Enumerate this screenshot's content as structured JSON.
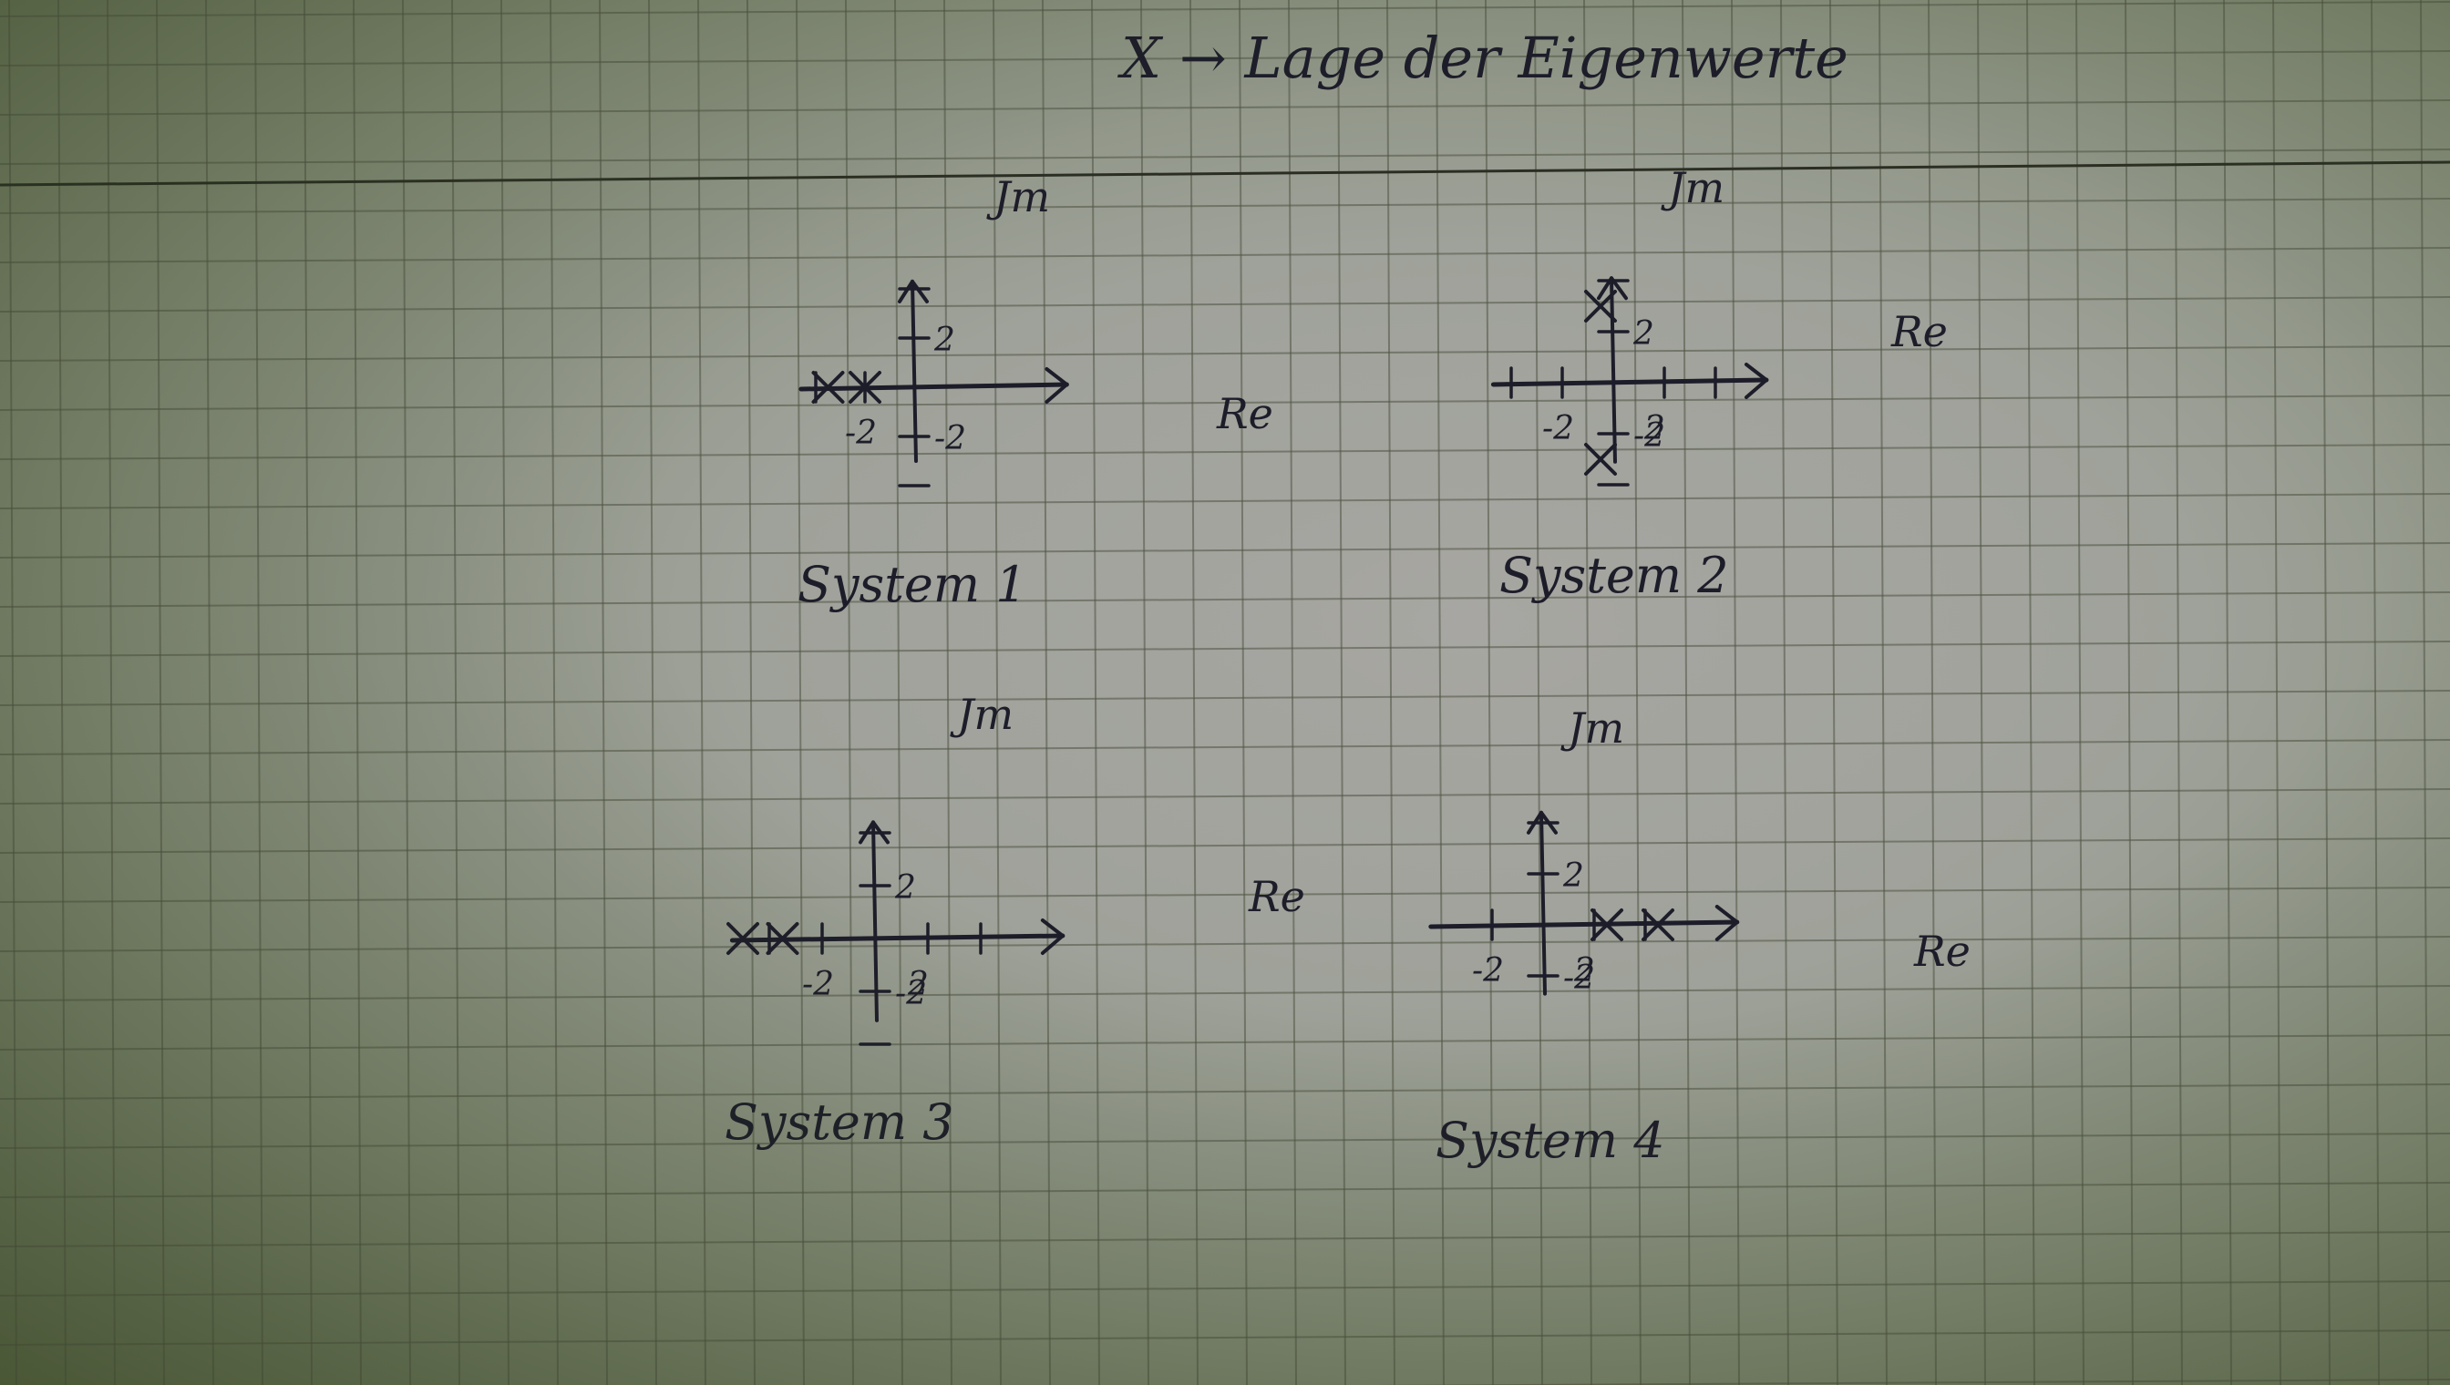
{
  "title": "X → Lage der Eigenwerte",
  "axis_labels": {
    "re": "Re",
    "im": "Jm"
  },
  "colors": {
    "ink": "#1d1d2a",
    "grid": "#4f5443",
    "paper_center": "#a7a6a2",
    "paper_edge": "#5c6849"
  },
  "chart_data": [
    {
      "type": "scatter",
      "title": "System 1",
      "xlabel": "Re",
      "ylabel": "Jm",
      "x_ticks": [
        -4,
        -2
      ],
      "x_tick_labels": [
        "-2"
      ],
      "y_ticks": [
        4,
        2,
        -2,
        -4
      ],
      "y_tick_labels": [
        "2",
        "-2"
      ],
      "marker": "x",
      "points": [
        {
          "re": -3.5,
          "im": 0
        },
        {
          "re": -2,
          "im": 0
        }
      ]
    },
    {
      "type": "scatter",
      "title": "System 2",
      "xlabel": "Re",
      "ylabel": "Jm",
      "x_ticks": [
        -4,
        -2,
        2,
        4
      ],
      "x_tick_labels": [
        "-2",
        "2"
      ],
      "y_ticks": [
        4,
        2,
        -2,
        -4
      ],
      "y_tick_labels": [
        "2",
        "-2"
      ],
      "marker": "x",
      "points": [
        {
          "re": -0.5,
          "im": 3
        },
        {
          "re": -0.5,
          "im": -3
        }
      ]
    },
    {
      "type": "scatter",
      "title": "System 3",
      "xlabel": "Re",
      "ylabel": "Jm",
      "x_ticks": [
        -4,
        -2,
        2,
        4
      ],
      "x_tick_labels": [
        "-2",
        "2"
      ],
      "y_ticks": [
        4,
        2,
        -2,
        -4
      ],
      "y_tick_labels": [
        "2",
        "-2"
      ],
      "marker": "x",
      "points": [
        {
          "re": -5,
          "im": 0
        },
        {
          "re": -3.5,
          "im": 0
        }
      ]
    },
    {
      "type": "scatter",
      "title": "System 4",
      "xlabel": "Re",
      "ylabel": "Jm",
      "x_ticks": [
        -2,
        2,
        4
      ],
      "x_tick_labels": [
        "-2",
        "2"
      ],
      "y_ticks": [
        4,
        2,
        -2
      ],
      "y_tick_labels": [
        "2",
        "-2"
      ],
      "marker": "x",
      "points": [
        {
          "re": 2.5,
          "im": 0
        },
        {
          "re": 4.5,
          "im": 0
        }
      ]
    }
  ]
}
